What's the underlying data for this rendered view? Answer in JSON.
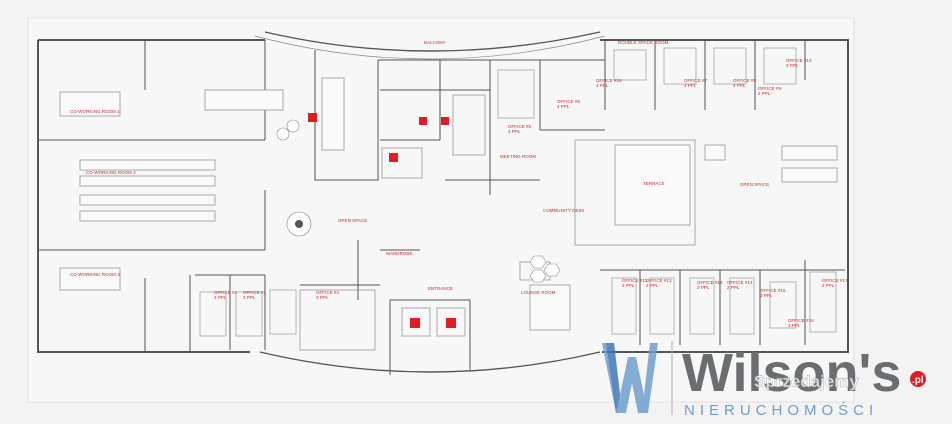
{
  "labels": {
    "balcony": "BALCONY",
    "coworking_1": "CO-WORKING ROOM 1",
    "coworking_2": "CO-WORKING ROOM 2",
    "coworking_3": "CO-WORKING ROOM 3",
    "open_space_left": "OPEN SPACE",
    "open_space_right": "OPEN SPACE",
    "community_desk": "COMMUNITY DESK",
    "terrace": "TERRACE",
    "entrance": "ENTRANCE",
    "wardrobe": "WARDROBE",
    "lounge_room": "LOUNGE ROOM",
    "double_space_room": "DOUBLE SPACE ROOM",
    "meeting_room": "MEETING ROOM"
  },
  "offices": [
    {
      "name": "OFFICE #2",
      "size": "3 PPL"
    },
    {
      "name": "OFFICE #3",
      "size": "3 PPL"
    },
    {
      "name": "OFFICE #4",
      "size": "3 PPL"
    },
    {
      "name": "OFFICE #5",
      "size": "4 PPL"
    },
    {
      "name": "OFFICE #6",
      "size": "4 PPL"
    },
    {
      "name": "OFFICE #7",
      "size": "4 PPL"
    },
    {
      "name": "OFFICE #8",
      "size": "4 PPL"
    },
    {
      "name": "OFFICE #9",
      "size": "2 PPL"
    },
    {
      "name": "OFFICE #10",
      "size": "3 PPL"
    },
    {
      "name": "OFFICE #11",
      "size": "3 PPL"
    },
    {
      "name": "OFFICE #12",
      "size": "2 PPL"
    },
    {
      "name": "OFFICE #13",
      "size": "2 PPL"
    },
    {
      "name": "OFFICE #14",
      "size": "2 PPL"
    },
    {
      "name": "OFFICE #15",
      "size": "3 PPL"
    },
    {
      "name": "OFFICE #16",
      "size": "3 PPL"
    },
    {
      "name": "OFFICE #17",
      "size": "2 PPL"
    },
    {
      "name": "OFFICE #18",
      "size": "4 PPL"
    }
  ],
  "brand": {
    "name": "Wilson's",
    "tagline": "NIERUCHOMOŚCI",
    "watermark": "Sprzedajemy",
    "watermark_domain": ".pl"
  },
  "colors": {
    "accent_red": "#d2232a",
    "brand_gray": "#6b6d70",
    "brand_blue": "#2a6aa8"
  }
}
